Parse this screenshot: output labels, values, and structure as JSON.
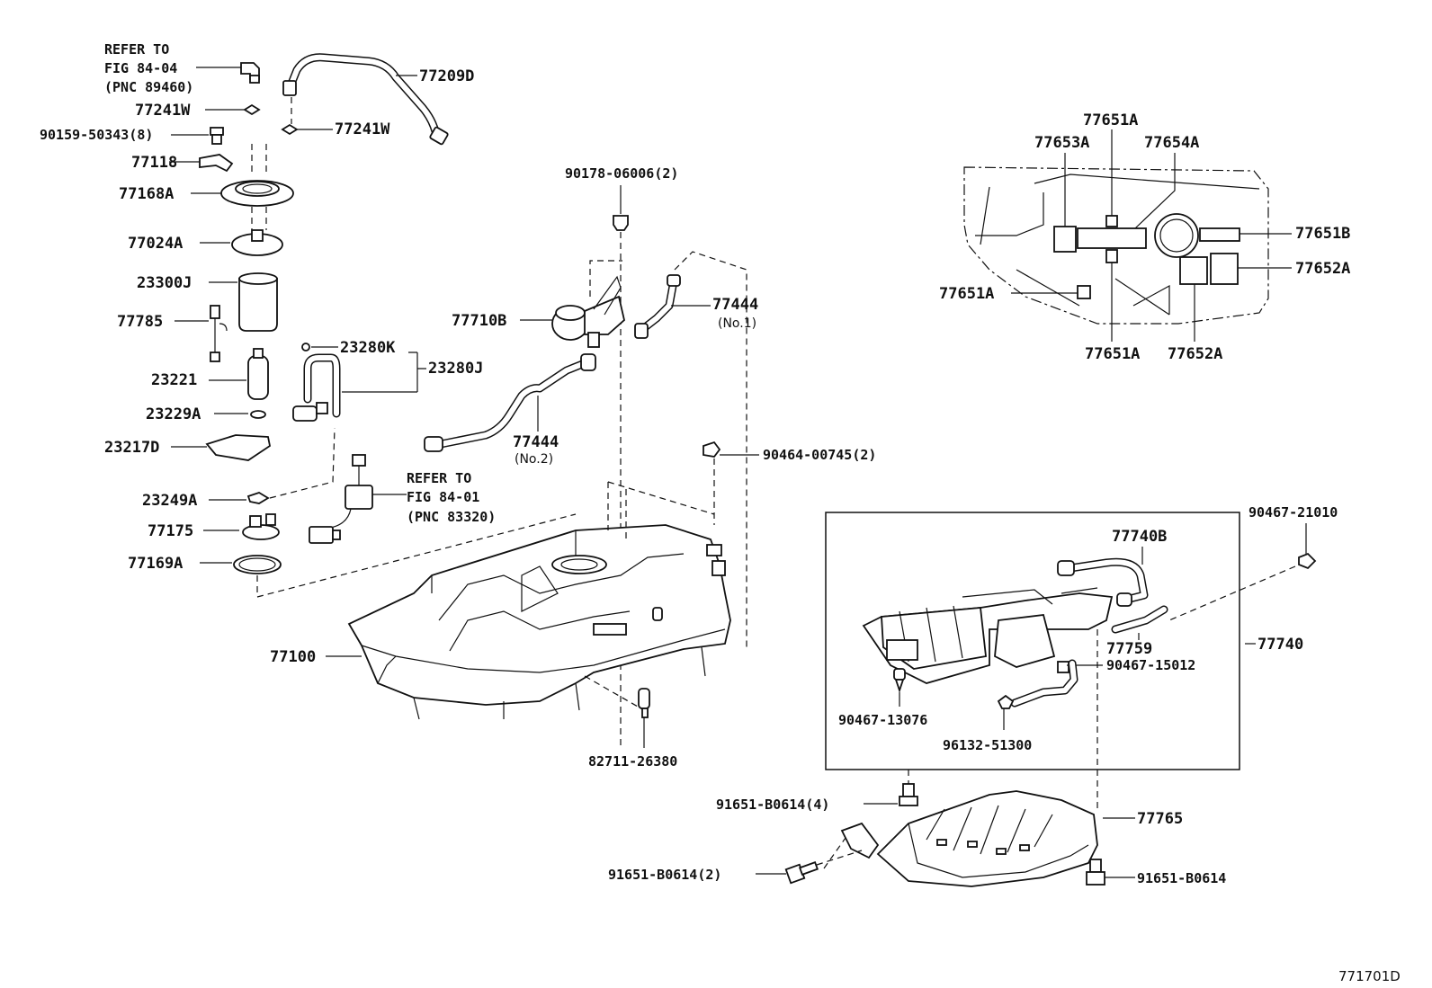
{
  "diagram_code": "771701D",
  "refs": {
    "fig_84_04": [
      "REFER TO",
      "FIG 84-04",
      "(PNC 89460)"
    ],
    "fig_84_01": [
      "REFER TO",
      "FIG 84-01",
      "(PNC 83320)"
    ]
  },
  "parts": {
    "p77209D": "77209D",
    "p77241W_a": "77241W",
    "p77241W_b": "77241W",
    "p90159": "90159-50343(8)",
    "p77118": "77118",
    "p77168A": "77168A",
    "p77024A": "77024A",
    "p23300J": "23300J",
    "p77785": "77785",
    "p23221": "23221",
    "p23229A": "23229A",
    "p23217D": "23217D",
    "p23280K": "23280K",
    "p23280J": "23280J",
    "p23249A": "23249A",
    "p77175": "77175",
    "p77169A": "77169A",
    "p77100": "77100",
    "p90178": "90178-06006(2)",
    "p77710B": "77710B",
    "p77444_1": "77444",
    "p77444_1_sub": "(No.1)",
    "p77444_2": "77444",
    "p77444_2_sub": "(No.2)",
    "p90464": "90464-00745(2)",
    "p82711": "82711-26380",
    "p77651A_top": "77651A",
    "p77653A": "77653A",
    "p77654A": "77654A",
    "p77651B": "77651B",
    "p77652A_r": "77652A",
    "p77651A_l": "77651A",
    "p77651A_b": "77651A",
    "p77652A_b": "77652A",
    "p90467_21010": "90467-21010",
    "p77740B": "77740B",
    "p77759": "77759",
    "p77740": "77740",
    "p90467_15012": "90467-15012",
    "p90467_13076": "90467-13076",
    "p96132": "96132-51300",
    "p91651_4": "91651-B0614(4)",
    "p77765": "77765",
    "p91651_2": "91651-B0614(2)",
    "p91651": "91651-B0614"
  }
}
